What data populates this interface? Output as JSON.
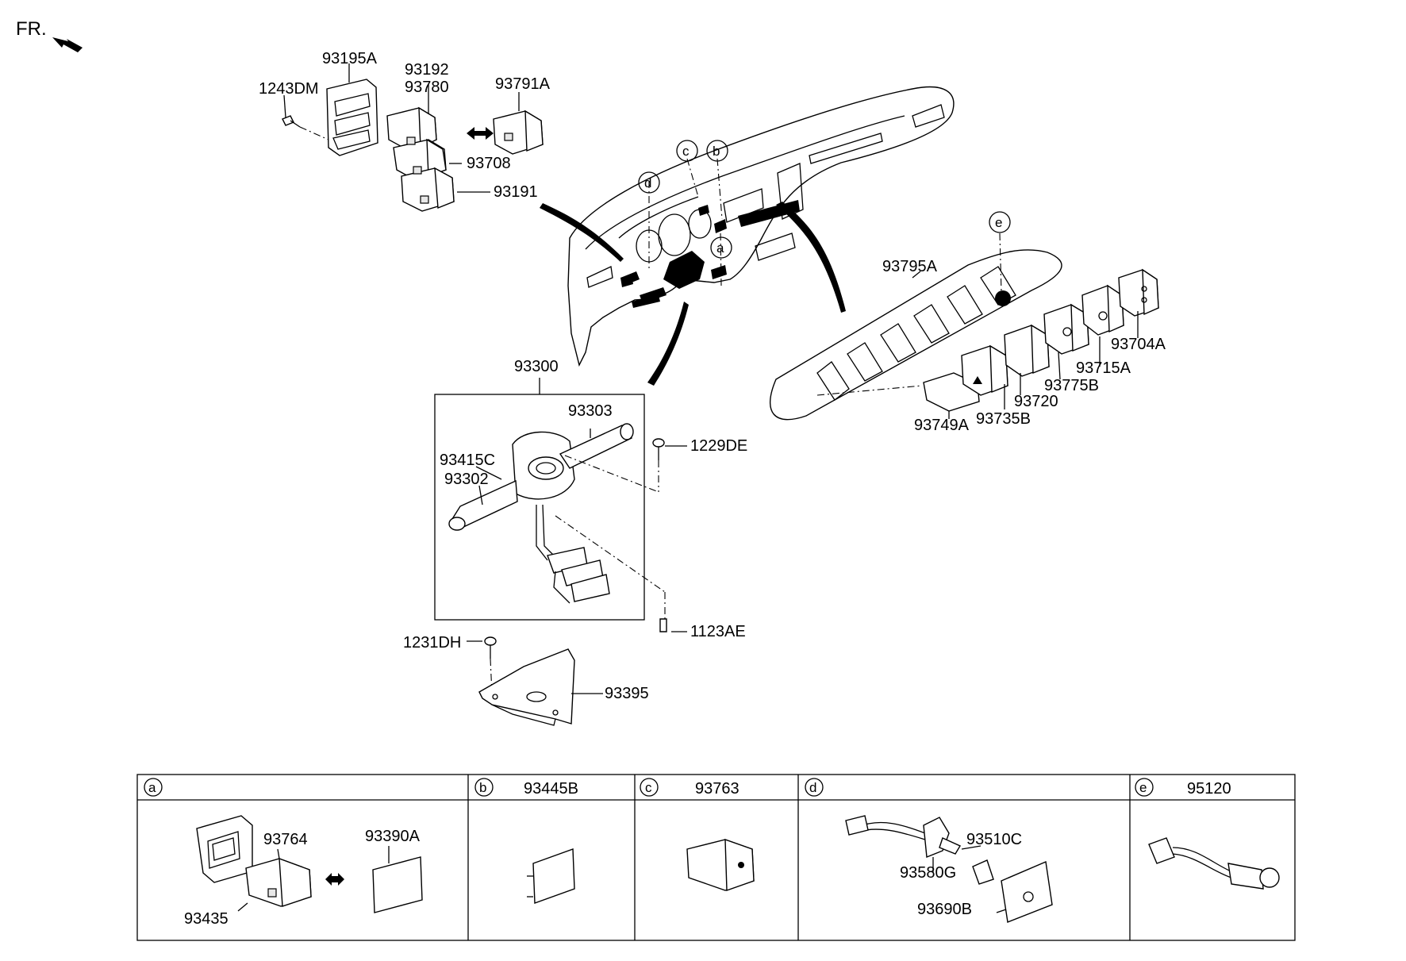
{
  "header": {
    "fr_label": "FR."
  },
  "callouts": [
    "a",
    "b",
    "c",
    "d",
    "e"
  ],
  "labels": {
    "p93195A": "93195A",
    "p1243DM": "1243DM",
    "p93192": "93192",
    "p93780": "93780",
    "p93791A": "93791A",
    "p93708": "93708",
    "p93191": "93191",
    "p93795A": "93795A",
    "p93704A": "93704A",
    "p93715A": "93715A",
    "p93775B": "93775B",
    "p93720": "93720",
    "p93735B": "93735B",
    "p93749A": "93749A",
    "p93300": "93300",
    "p93303": "93303",
    "p93415C": "93415C",
    "p93302": "93302",
    "p1229DE": "1229DE",
    "p1123AE": "1123AE",
    "p1231DH": "1231DH",
    "p93395": "93395"
  },
  "detail_table": {
    "cells": [
      {
        "key": "a",
        "part_no": "",
        "items": [
          "93764",
          "93390A",
          "93435"
        ]
      },
      {
        "key": "b",
        "part_no": "93445B",
        "items": []
      },
      {
        "key": "c",
        "part_no": "93763",
        "items": []
      },
      {
        "key": "d",
        "part_no": "",
        "items": [
          "93510C",
          "93580G",
          "93690B"
        ]
      },
      {
        "key": "e",
        "part_no": "95120",
        "items": []
      }
    ]
  }
}
